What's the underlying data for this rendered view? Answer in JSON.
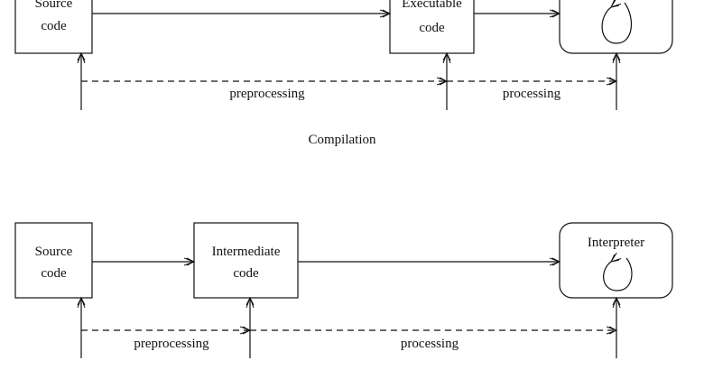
{
  "compilation": {
    "caption": "Compilation",
    "source_box": [
      "Source",
      "code"
    ],
    "executable_box": [
      "Executable",
      "code"
    ],
    "preprocessing_label": "preprocessing",
    "processing_label": "processing"
  },
  "interpretation": {
    "source_box": [
      "Source",
      "code"
    ],
    "intermediate_box": [
      "Intermediate",
      "code"
    ],
    "interpreter_label": "Interpreter",
    "preprocessing_label": "preprocessing",
    "processing_label": "processing"
  }
}
